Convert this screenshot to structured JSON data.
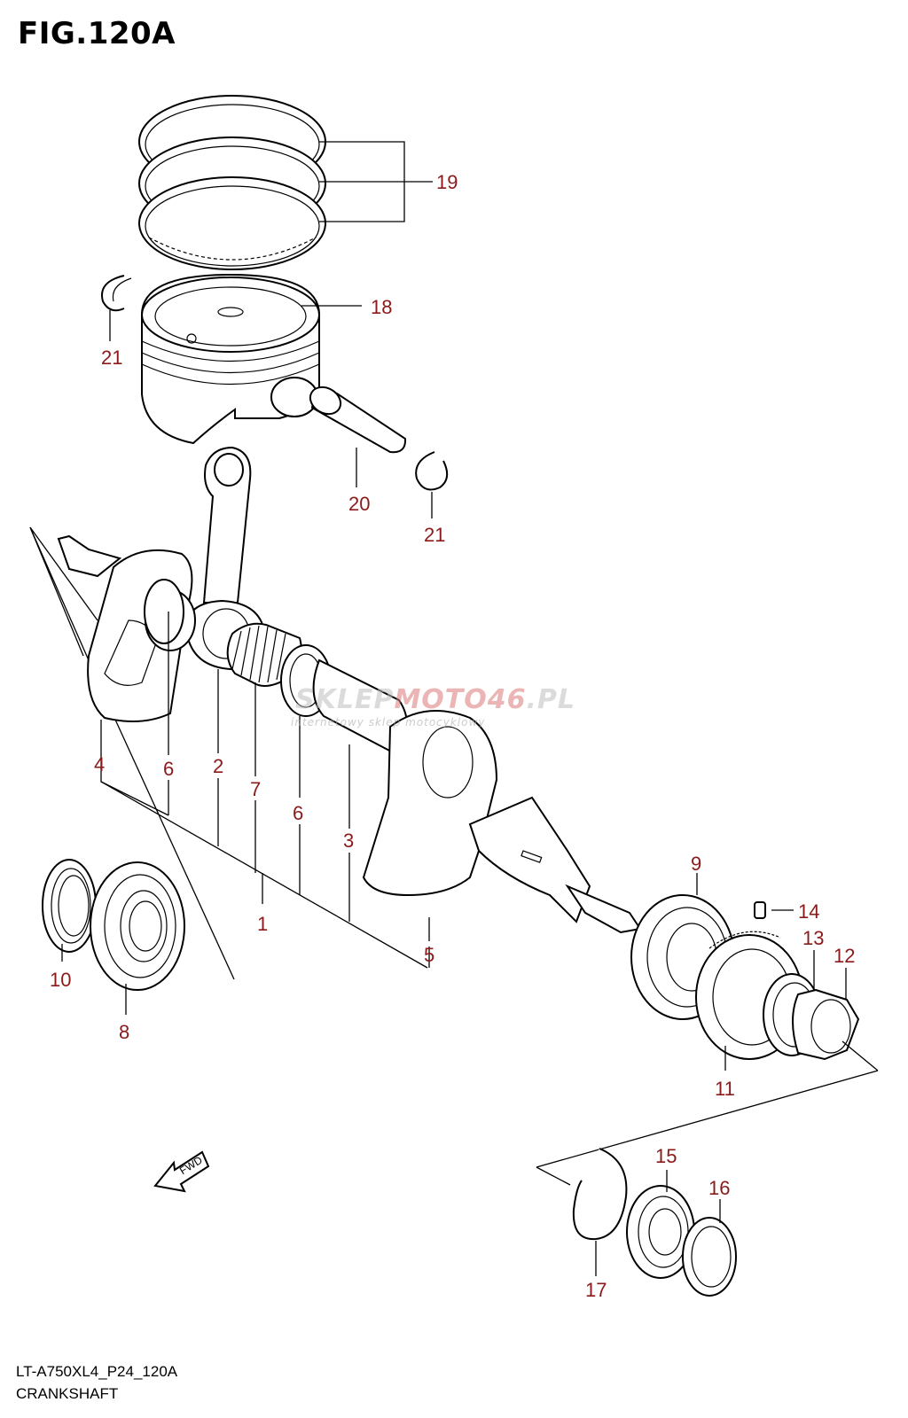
{
  "figure": {
    "title": "FIG.120A",
    "code": "LT-A750XL4_P24_120A",
    "name": "CRANKSHAFT",
    "fwd_label": "FWD"
  },
  "watermark": {
    "brand_a": "SKLEP",
    "brand_b": "MOTO",
    "brand_c": "46",
    "brand_d": ".PL",
    "tagline": "internetowy sklep motocyklowy"
  },
  "colors": {
    "part_number": "#8b1a1a",
    "line": "#000000"
  },
  "callouts": [
    {
      "id": "19",
      "label": "19"
    },
    {
      "id": "18",
      "label": "18"
    },
    {
      "id": "21a",
      "label": "21"
    },
    {
      "id": "20",
      "label": "20"
    },
    {
      "id": "21b",
      "label": "21"
    },
    {
      "id": "4",
      "label": "4"
    },
    {
      "id": "6a",
      "label": "6"
    },
    {
      "id": "2",
      "label": "2"
    },
    {
      "id": "7",
      "label": "7"
    },
    {
      "id": "6b",
      "label": "6"
    },
    {
      "id": "3",
      "label": "3"
    },
    {
      "id": "1",
      "label": "1"
    },
    {
      "id": "5",
      "label": "5"
    },
    {
      "id": "10",
      "label": "10"
    },
    {
      "id": "8",
      "label": "8"
    },
    {
      "id": "9",
      "label": "9"
    },
    {
      "id": "14",
      "label": "14"
    },
    {
      "id": "13",
      "label": "13"
    },
    {
      "id": "12",
      "label": "12"
    },
    {
      "id": "11",
      "label": "11"
    },
    {
      "id": "15",
      "label": "15"
    },
    {
      "id": "16",
      "label": "16"
    },
    {
      "id": "17",
      "label": "17"
    }
  ]
}
